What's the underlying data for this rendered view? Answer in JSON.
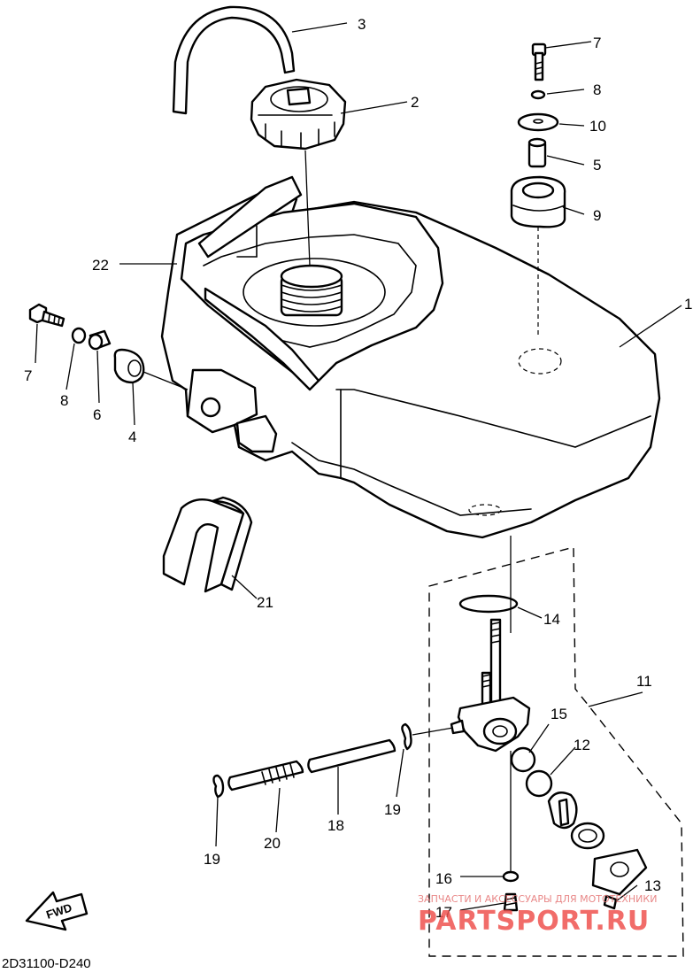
{
  "diagram": {
    "code": "2D31100-D240",
    "direction_label": "FWD",
    "callouts": {
      "c1": "1",
      "c2": "2",
      "c3": "3",
      "c4": "4",
      "c5": "5",
      "c6": "6",
      "c7a": "7",
      "c7b": "7",
      "c8a": "8",
      "c8b": "8",
      "c9": "9",
      "c10": "10",
      "c11": "11",
      "c12": "12",
      "c13": "13",
      "c14": "14",
      "c15": "15",
      "c16": "16",
      "c17": "17",
      "c18": "18",
      "c19a": "19",
      "c19b": "19",
      "c20": "20",
      "c21": "21",
      "c22": "22"
    }
  },
  "watermark": {
    "caption": "ЗАПЧАСТИ И АКСЕССУАРЫ ДЛЯ МОТОТЕХНИКИ",
    "brand": "PARTSPORT.RU"
  }
}
